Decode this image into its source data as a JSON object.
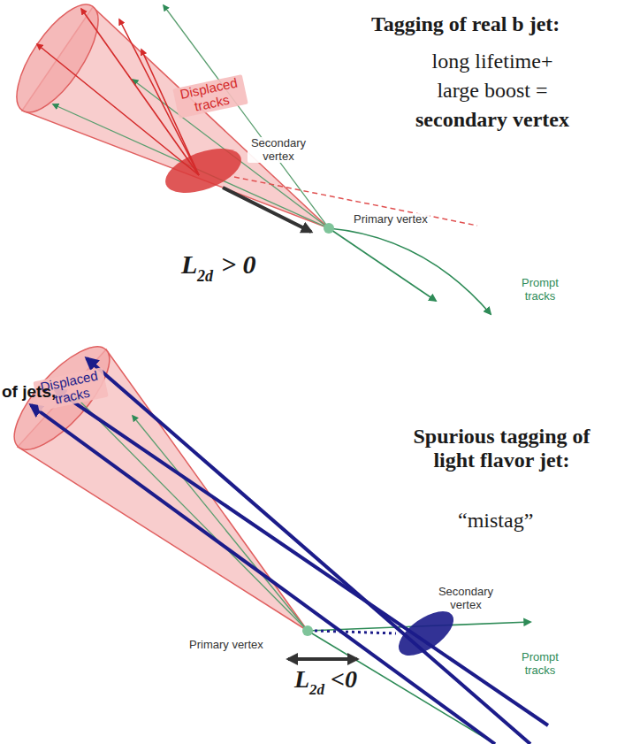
{
  "diagram": {
    "labels": [
      "Tagging of real b jet:",
      "Displaced tracks",
      "Secondary vertex",
      "long lifetime+",
      "large boost =",
      "secondary vertex",
      "L",
      "2d",
      "> 0",
      "Primary vertex",
      "Prompt tracks",
      "Displaced tracks",
      "Spurious tagging of light flavor jet:",
      "“mistag”",
      "of jets,",
      "Secondary vertex",
      "Primary vertex",
      "Prompt tracks",
      "L",
      "2d",
      "<0"
    ]
  }
}
